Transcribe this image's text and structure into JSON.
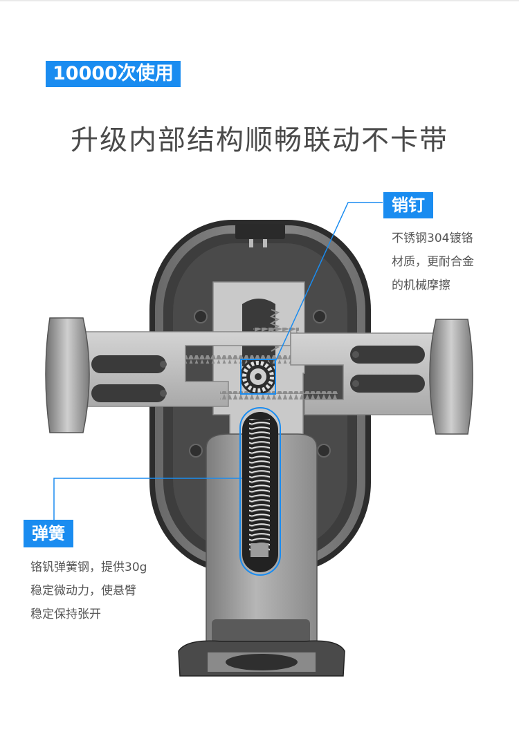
{
  "badge_usage": "10000次使用",
  "headline": "升级内部结构顺畅联动不卡带",
  "pin": {
    "label": "销钉",
    "lines": [
      "不锈钢304镀铬",
      "材质，更耐合金",
      "的机械摩擦"
    ]
  },
  "spring": {
    "label": "弹簧",
    "lines": [
      "铬钒弹簧钢，提供30g",
      "稳定微动力，使悬臂",
      "稳定保持张开"
    ]
  },
  "colors": {
    "accent": "#1a8cf0",
    "headline": "#4a4a4a",
    "body_text": "#555555",
    "metal_light": "#c8c8c8",
    "metal_dark": "#3a3a3a"
  }
}
